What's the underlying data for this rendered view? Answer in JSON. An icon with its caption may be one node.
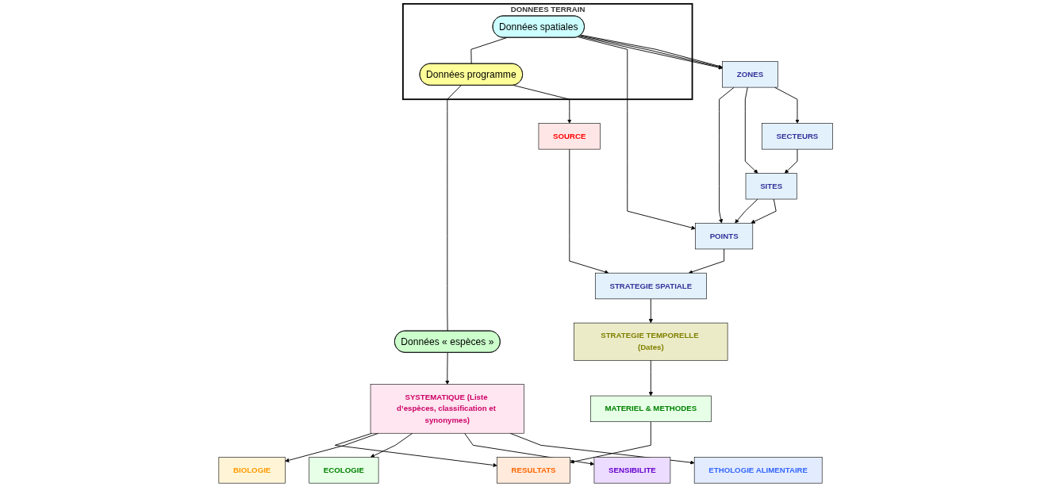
{
  "diagram": {
    "nodes": [
      {
        "text": [
          "DONNEES TERRAIN"
        ]
      },
      {
        "text": [
          "Données spatiales"
        ],
        "in": 0
      },
      {
        "text": [
          "Données programme"
        ],
        "in": 0
      },
      {
        "text": [
          "Données « espèces »"
        ]
      },
      {
        "text": [
          "ZONES"
        ]
      },
      {
        "text": [
          "SECTEURS"
        ]
      },
      {
        "text": [
          "SITES"
        ]
      },
      {
        "text": [
          "POINTS"
        ]
      },
      {
        "text": [
          "SOURCE"
        ]
      },
      {
        "text": [
          "STRATEGIE SPATIALE"
        ]
      },
      {
        "text": [
          "STRATEGIE TEMPORELLE (Dates)"
        ]
      },
      {
        "text": [
          "MATERIEL & METHODES"
        ]
      },
      {
        "text": [
          "RESULTATS"
        ]
      },
      {
        "text": [
          "SYSTEMATIQUE (Liste d’espèces, classification et synonymes)"
        ]
      },
      {
        "text": [
          "BIOLOGIE"
        ]
      },
      {
        "text": [
          "ECOLOGIE"
        ]
      },
      {
        "text": [
          "SENSIBILITE"
        ]
      },
      {
        "text": [
          "ETHOLOGIE ALIMENTAIRE"
        ]
      }
    ],
    "edges": [
      {
        "from": 1,
        "to": 2,
        "arrow": "none"
      },
      {
        "from": 2,
        "to": 3,
        "arrow": "none"
      },
      {
        "from": 1,
        "to": 7,
        "arrow": "to"
      },
      {
        "from": 1,
        "to": 4,
        "arrow": "to"
      },
      {
        "from": 1,
        "to": 4,
        "arrow": "to"
      },
      {
        "from": 1,
        "to": 4,
        "arrow": "none"
      },
      {
        "from": 4,
        "to": 7,
        "arrow": "to"
      },
      {
        "from": 4,
        "to": 6,
        "arrow": "to"
      },
      {
        "from": 4,
        "to": 5,
        "arrow": "to"
      },
      {
        "from": 5,
        "to": 6,
        "arrow": "to"
      },
      {
        "from": 6,
        "to": 7,
        "arrow": "to"
      },
      {
        "from": 6,
        "to": 7,
        "arrow": "to"
      },
      {
        "from": 7,
        "to": 9,
        "arrow": "to"
      },
      {
        "from": 2,
        "to": 8,
        "arrow": "to"
      },
      {
        "from": 8,
        "to": 9,
        "arrow": "to"
      },
      {
        "from": 9,
        "to": 10,
        "arrow": "to"
      },
      {
        "from": 10,
        "to": 11,
        "arrow": "to"
      },
      {
        "from": 11,
        "to": 12,
        "arrow": "to"
      },
      {
        "from": 3,
        "to": 13,
        "arrow": "to"
      },
      {
        "from": 13,
        "to": 12,
        "arrow": "to"
      },
      {
        "from": 13,
        "to": 14,
        "arrow": "to"
      },
      {
        "from": 13,
        "to": 15,
        "arrow": "to"
      },
      {
        "from": 13,
        "to": 16,
        "arrow": "to"
      },
      {
        "from": 13,
        "to": 17,
        "arrow": "to"
      }
    ]
  }
}
